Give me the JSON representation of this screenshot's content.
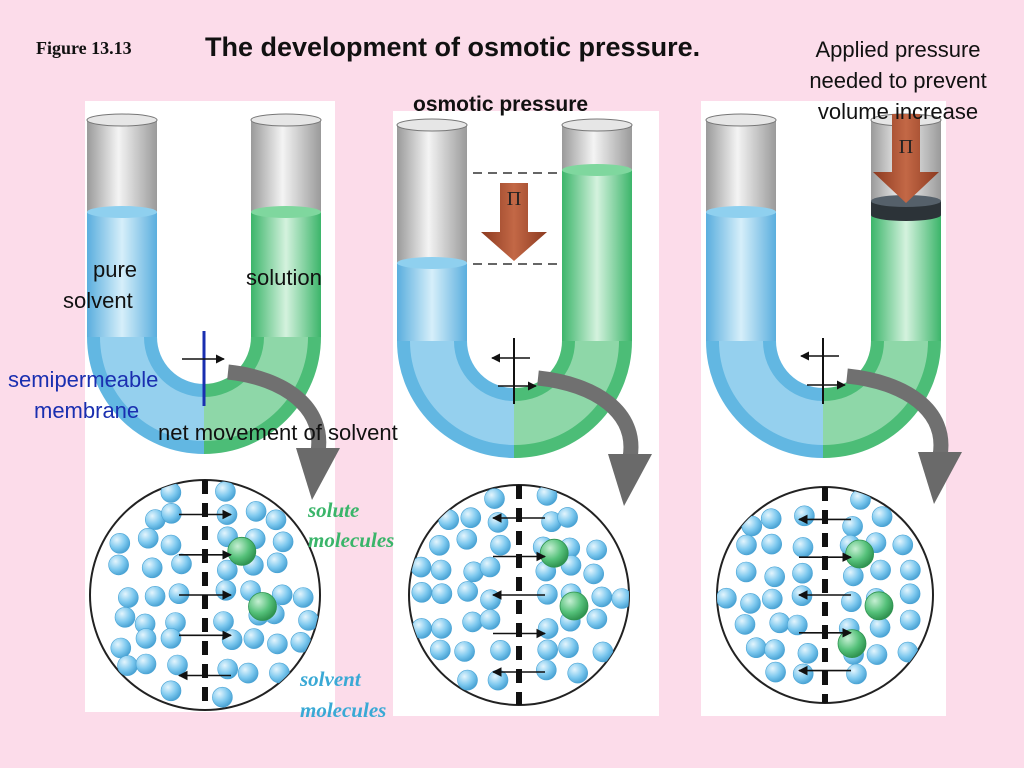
{
  "figure_label": "Figure 13.13",
  "title": "The development of osmotic pressure.",
  "osmotic_pressure_label": "osmotic pressure",
  "applied_pressure_lines": [
    "Applied pressure",
    "needed to prevent",
    "volume increase"
  ],
  "pi_symbol": "Π",
  "labels": {
    "pure_solvent": [
      "pure",
      "solvent"
    ],
    "solution": "solution",
    "semipermeable_membrane": [
      "semipermeable",
      "membrane"
    ],
    "net_movement": "net movement of solvent",
    "solute_molecules": [
      "solute",
      "molecules"
    ],
    "solvent_molecules": [
      "solvent",
      "molecules"
    ]
  },
  "panels": [
    {
      "id": "initial",
      "left_level": "equal",
      "right_level": "equal",
      "applied_piston": false
    },
    {
      "id": "equilibrium",
      "left_level": "low",
      "right_level": "high",
      "applied_piston": false
    },
    {
      "id": "applied-pressure",
      "left_level": "equal",
      "right_level": "equal",
      "applied_piston": true
    }
  ],
  "colors": {
    "background": "#fcdcea",
    "solvent": "#58b4e0",
    "solution": "#3fbd6e",
    "solvent_molecule": "#7ec9ef",
    "solute_molecule": "#3fa860",
    "arrow": "#a4462a",
    "membrane_line": "#1a2fb0",
    "curved_arrow": "#6a6a6a"
  }
}
